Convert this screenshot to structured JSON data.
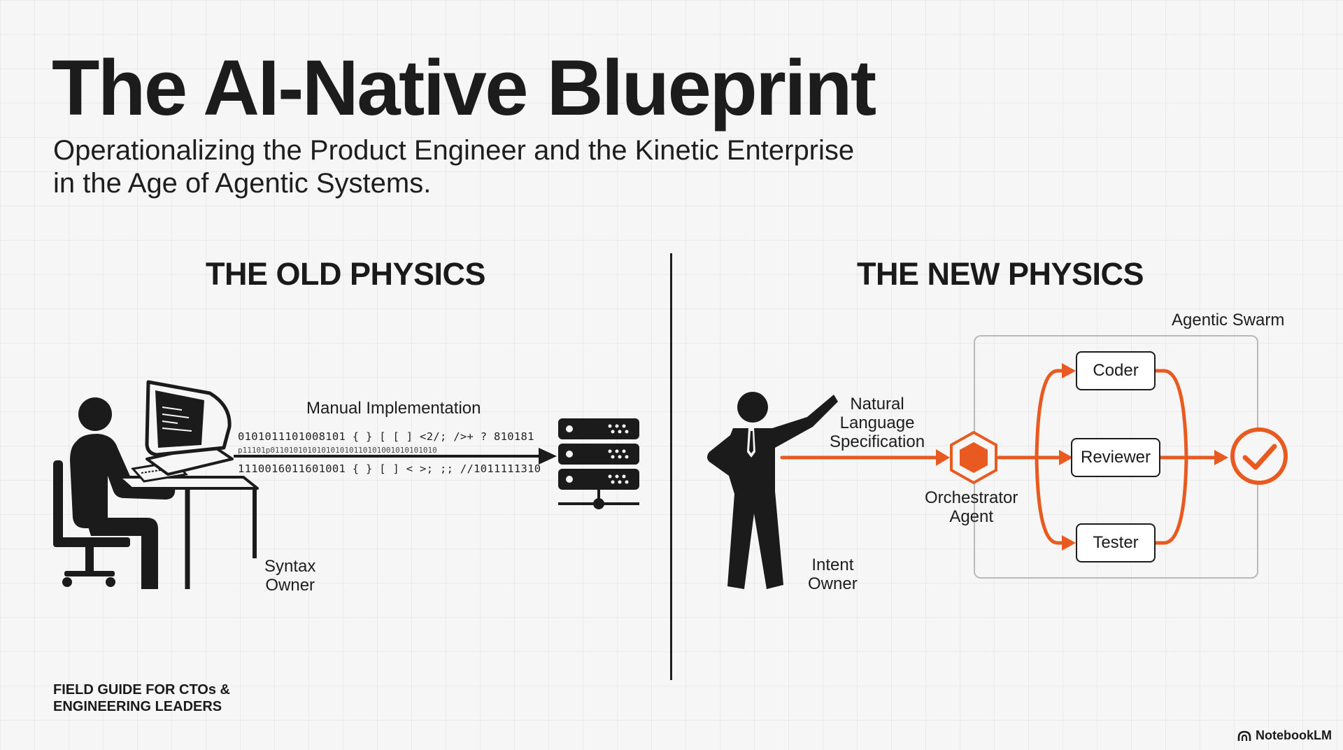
{
  "header": {
    "title": "The AI-Native Blueprint",
    "subtitle_line1": "Operationalizing the Product Engineer and the Kinetic Enterprise",
    "subtitle_line2": "in the Age of Agentic Systems."
  },
  "old_physics": {
    "heading": "THE OLD PHYSICS",
    "flow_label": "Manual Implementation",
    "code_lines": [
      "0101011101008101 { } [  [  ] <2/; />+ ? 810181",
      "p11101p011010101010101010110101001010101010",
      "1110016011601001 { } [ ] < >; ;; //1011111310"
    ],
    "role_label_line1": "Syntax",
    "role_label_line2": "Owner"
  },
  "new_physics": {
    "heading": "THE NEW PHYSICS",
    "input_label_line1": "Natural",
    "input_label_line2": "Language",
    "input_label_line3": "Specification",
    "orchestrator_line1": "Orchestrator",
    "orchestrator_line2": "Agent",
    "swarm_label": "Agentic Swarm",
    "agents": [
      "Coder",
      "Reviewer",
      "Tester"
    ],
    "role_label_line1": "Intent",
    "role_label_line2": "Owner"
  },
  "footer": {
    "left_line1": "FIELD GUIDE FOR CTOs &",
    "left_line2": "ENGINEERING LEADERS",
    "brand": "NotebookLM"
  },
  "colors": {
    "accent": "#e85a1f",
    "ink": "#1c1c1c",
    "background": "#f6f6f7"
  }
}
